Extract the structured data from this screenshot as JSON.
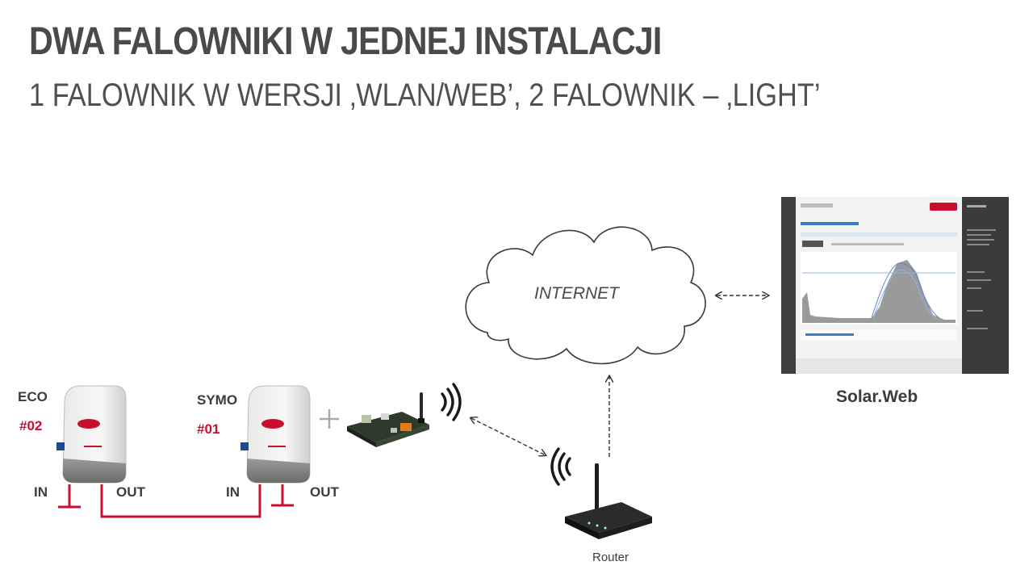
{
  "header": {
    "title": "DWA FALOWNIKI W JEDNEJ INSTALACJI",
    "subtitle": "1 FALOWNIK W WERSJI ‚WLAN/WEB’, 2 FALOWNIK – ‚LIGHT’"
  },
  "inverters": [
    {
      "name": "ECO",
      "number": "#02",
      "in_label": "IN",
      "out_label": "OUT"
    },
    {
      "name": "SYMO",
      "number": "#01",
      "in_label": "IN",
      "out_label": "OUT"
    }
  ],
  "cloud_label": "INTERNET",
  "router_label": "Router",
  "solarweb_label": "Solar.Web",
  "colors": {
    "accent_red": "#c8102e",
    "text": "#3f3f3f"
  }
}
